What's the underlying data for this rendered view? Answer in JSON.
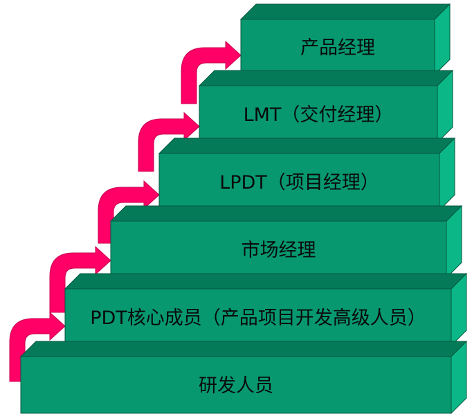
{
  "colors": {
    "front": "#079870",
    "top": "#057a59",
    "side": "#0bb787",
    "edge": "#04573f",
    "arrow": "#ff0066"
  },
  "steps": [
    {
      "label": "研发人员"
    },
    {
      "label": "PDT核心成员（产品项目开发高级人员）"
    },
    {
      "label": "市场经理"
    },
    {
      "label": "LPDT（项目经理）"
    },
    {
      "label": "LMT（交付经理）"
    },
    {
      "label": "产品经理"
    }
  ],
  "arrows": [
    {
      "icon": "curved-arrow-icon"
    },
    {
      "icon": "curved-arrow-icon"
    },
    {
      "icon": "curved-arrow-icon"
    },
    {
      "icon": "curved-arrow-icon"
    },
    {
      "icon": "curved-arrow-icon"
    },
    {
      "icon": "curved-arrow-icon"
    }
  ]
}
